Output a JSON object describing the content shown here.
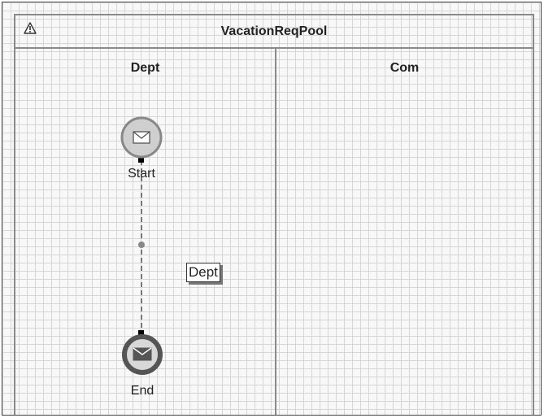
{
  "pool": {
    "title": "VacationReqPool"
  },
  "lanes": [
    {
      "title": "Dept"
    },
    {
      "title": "Com"
    }
  ],
  "events": {
    "start": {
      "label": "Start",
      "icon": "envelope-icon",
      "kind": "message start event"
    },
    "end": {
      "label": "End",
      "icon": "envelope-filled-icon",
      "kind": "message end event"
    }
  },
  "tooltip": {
    "text": "Dept"
  },
  "colors": {
    "grid": "#d6d6d6",
    "border": "#8a8a8a",
    "start_fill": "#cfcfcf",
    "end_ring": "#555555",
    "connector": "#777777"
  }
}
